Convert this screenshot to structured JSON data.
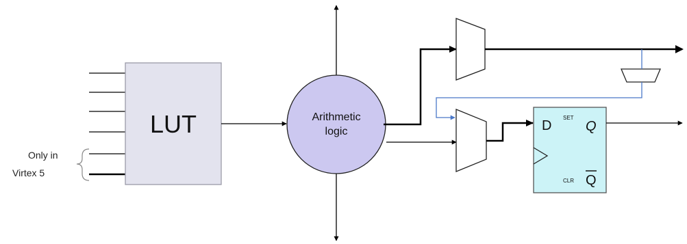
{
  "lut": {
    "label": "LUT"
  },
  "note": {
    "line1": "Only in",
    "line2": "Virtex 5"
  },
  "arith": {
    "line1": "Arithmetic",
    "line2": "logic"
  },
  "flipflop": {
    "d": "D",
    "q": "Q",
    "qbar": "Q",
    "set": "SET",
    "clr": "CLR"
  },
  "colors": {
    "lut_fill": "#e3e3ee",
    "lut_stroke": "#9a9aa8",
    "arith_fill": "#ccc8f0",
    "ff_fill": "#ccf3f7",
    "wire": "#000000",
    "feedback_wire": "#4a78c8"
  }
}
